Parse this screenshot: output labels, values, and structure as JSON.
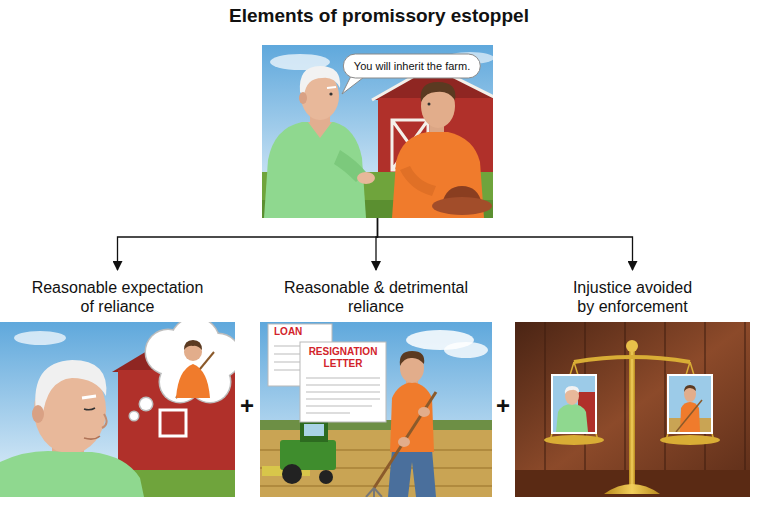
{
  "diagram": {
    "title": "Elements of promissory estoppel",
    "nodes": [
      {
        "text": [
          "You will inherit the farm."
        ]
      },
      {
        "text": [
          "Reasonable expectation of reliance"
        ]
      },
      {
        "text": [
          "Reasonable & detrimental reliance"
        ]
      },
      {
        "text": [
          "Injustice avoided by enforcement"
        ]
      }
    ],
    "edges": [
      {
        "from": 0,
        "to": 1,
        "arrow": "to"
      },
      {
        "from": 0,
        "to": 2,
        "arrow": "to"
      },
      {
        "from": 0,
        "to": 3,
        "arrow": "to"
      }
    ],
    "labels": [
      "LOAN",
      "RESIGNATION LETTER",
      "+",
      "+"
    ]
  }
}
